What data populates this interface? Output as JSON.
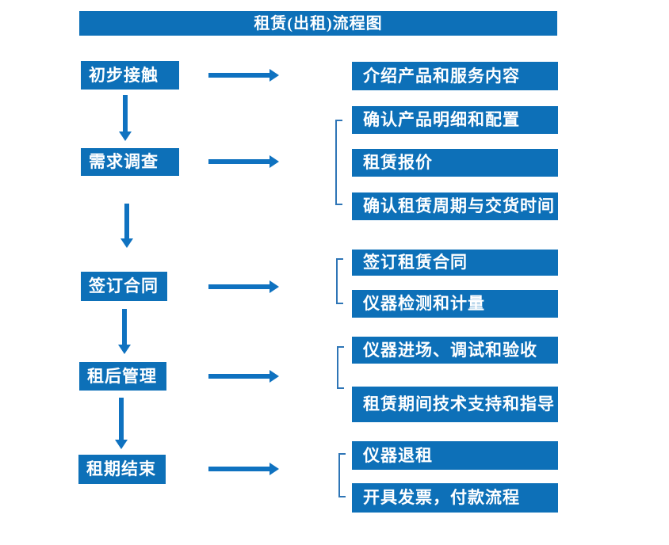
{
  "title": "租赁(出租)流程图",
  "colors": {
    "box_blue": "#0d70b8",
    "arrow_blue": "#0f72c0",
    "bracket_blue": "#2e75b6",
    "text_white": "#ffffff"
  },
  "steps": [
    {
      "label": "初步接触",
      "details": [
        "介绍产品和服务内容"
      ]
    },
    {
      "label": "需求调查",
      "details": [
        "确认产品明细和配置",
        "租赁报价",
        "确认租赁周期与交货时间"
      ]
    },
    {
      "label": "签订合同",
      "details": [
        "签订租赁合同",
        "仪器检测和计量"
      ]
    },
    {
      "label": "租后管理",
      "details": [
        "仪器进场、调试和验收",
        "租赁期间技术支持和指导"
      ]
    },
    {
      "label": "租期结束",
      "details": [
        "仪器退租",
        "开具发票，付款流程"
      ]
    }
  ]
}
